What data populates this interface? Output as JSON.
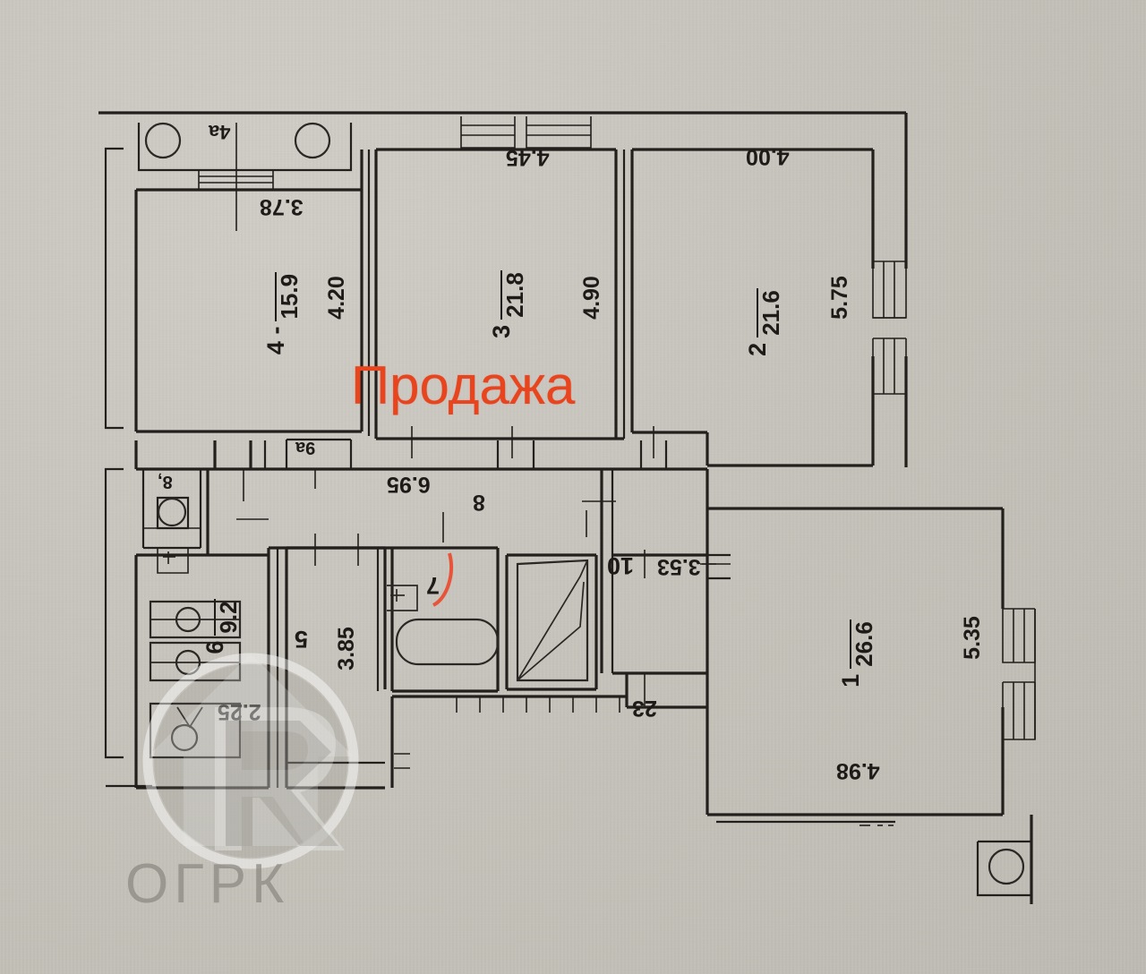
{
  "document": {
    "type": "apartment-floor-plan",
    "overlay_text": "Продажа",
    "overlay_color": "#e8441e",
    "paper_color": "#c9c6bf",
    "ink_color": "#221f1c"
  },
  "watermark": {
    "brand": "ОГРК",
    "color": "#8d8a83"
  },
  "rooms": [
    {
      "id": "room-1",
      "number": "1",
      "area": "26.6",
      "dims": [
        "4.98",
        "5.35"
      ]
    },
    {
      "id": "room-2",
      "number": "2",
      "area": "21.6",
      "dims": [
        "4.00",
        "5.75"
      ]
    },
    {
      "id": "room-3",
      "number": "3",
      "area": "21.8",
      "dims": [
        "4.45",
        "4.90"
      ]
    },
    {
      "id": "room-4",
      "number": "4",
      "area": "15.9",
      "dims": [
        "3.78",
        "4.20"
      ],
      "prefix": "- ·"
    },
    {
      "id": "room-5",
      "number": "5",
      "area": "",
      "dims": [
        "3.85"
      ]
    },
    {
      "id": "room-6",
      "number": "6",
      "area": "9.2",
      "dims": [
        "2.25"
      ]
    },
    {
      "id": "room-7",
      "number": "7",
      "area": "",
      "dims": []
    },
    {
      "id": "room-8",
      "number": "8",
      "area": "",
      "dims": [
        "6.95"
      ]
    },
    {
      "id": "room-10",
      "number": "10",
      "area": "",
      "dims": [
        "3.53"
      ]
    }
  ],
  "labels": {
    "balcony_top": "4а",
    "closet_8a": "8,",
    "closet_9a": "9а",
    "corridor_len": "6.95",
    "room23": "23",
    "dim_378": "3.78",
    "dim_420": "4.20",
    "dim_445": "4.45",
    "dim_490": "4.90",
    "dim_400": "4.00",
    "dim_575": "5.75",
    "dim_535": "5.35",
    "dim_498": "4.98",
    "dim_385": "3.85",
    "dim_225": "2.25",
    "dim_353": "3.53",
    "num_1": "1",
    "num_2": "2",
    "num_3": "3",
    "num_4": "4",
    "num_5": "5",
    "num_6": "6",
    "num_7": "7",
    "num_8": "8",
    "num_10": "10",
    "area_1": "26.6",
    "area_2": "21.6",
    "area_3": "21.8",
    "area_4": "15.9",
    "area_6": "9.2",
    "room4_prefix": "4 -"
  }
}
